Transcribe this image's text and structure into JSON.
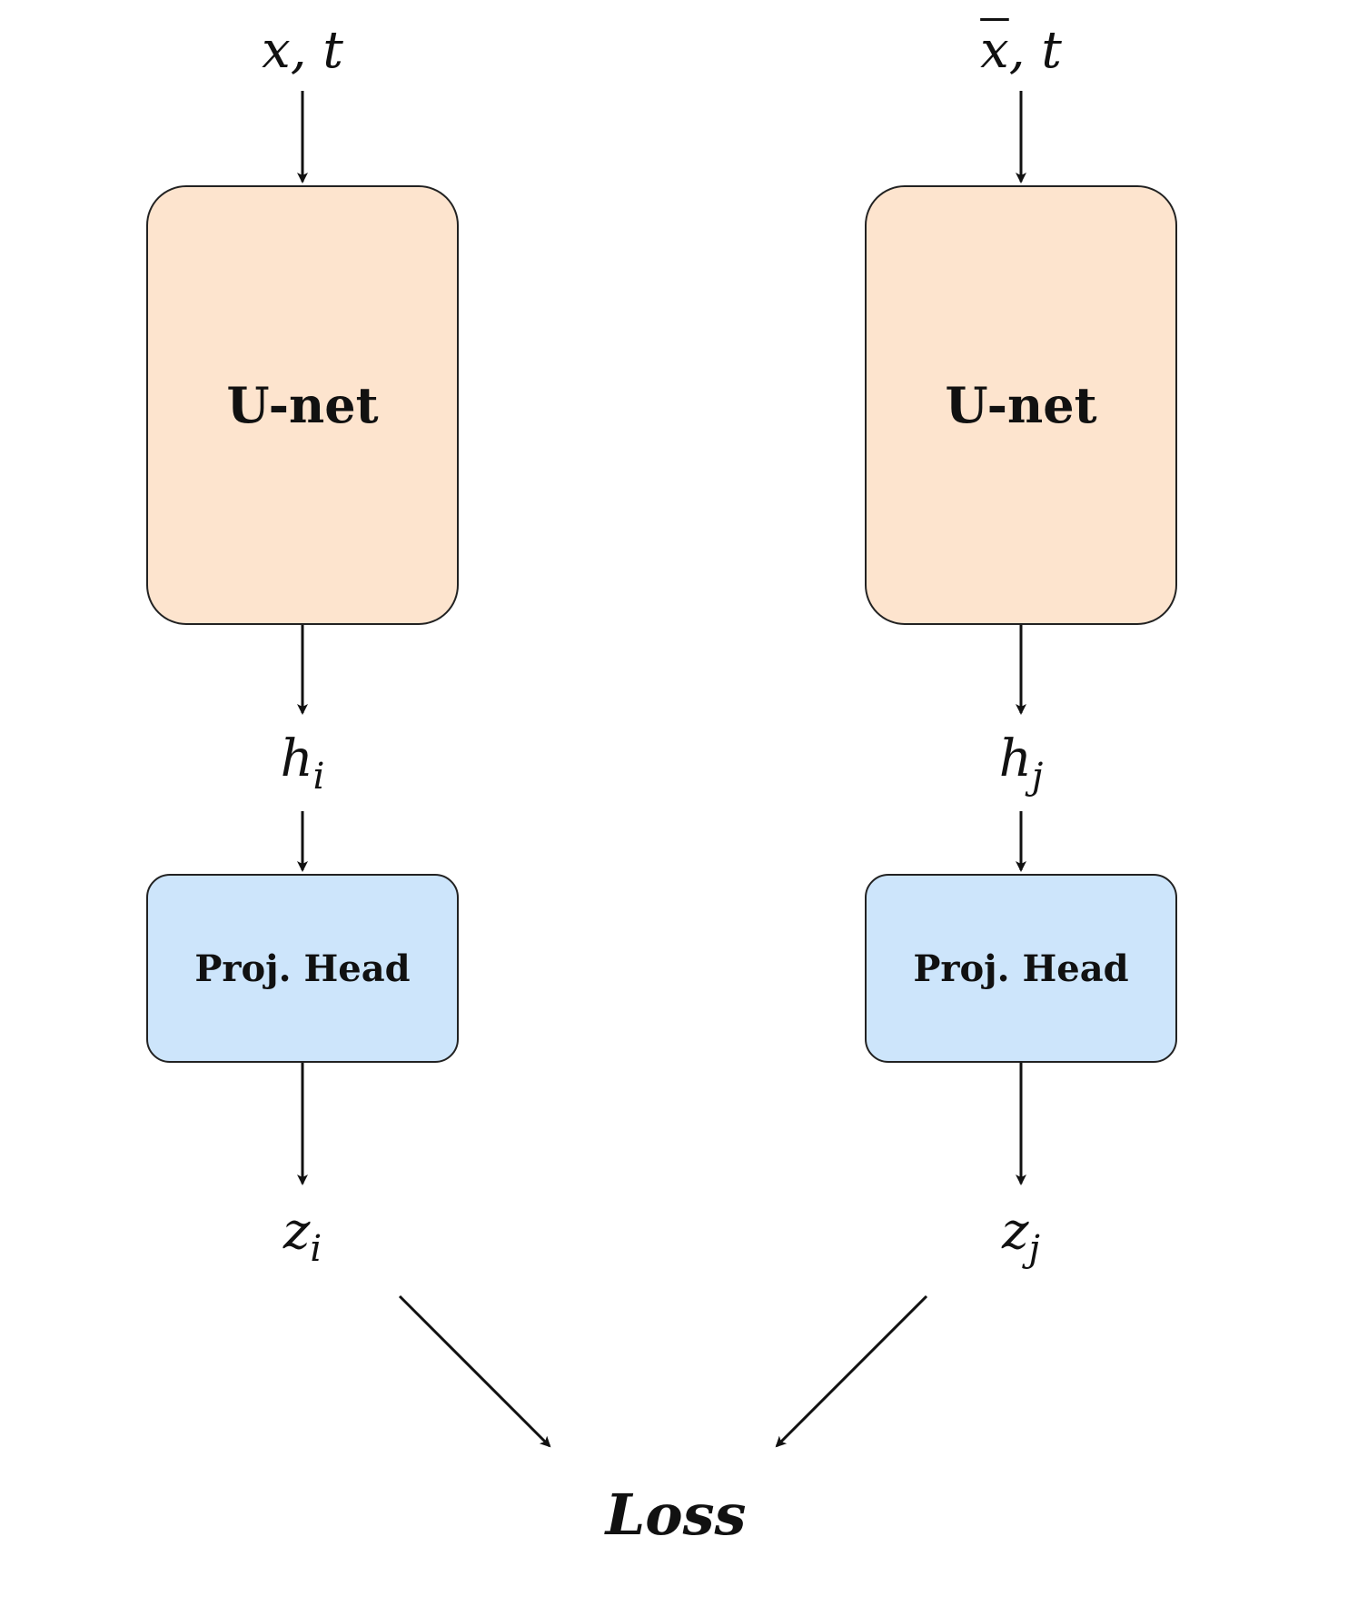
{
  "left_branch": {
    "input_var": "x",
    "input_sep": ", t",
    "unet_label": "U-net",
    "hidden_base": "h",
    "hidden_sub": "i",
    "proj_label": "Proj. Head",
    "out_base": "z",
    "out_sub": "i"
  },
  "right_branch": {
    "input_var": "x",
    "input_sep": ", t",
    "unet_label": "U-net",
    "hidden_base": "h",
    "hidden_sub": "j",
    "proj_label": "Proj. Head",
    "out_base": "z",
    "out_sub": "j"
  },
  "loss_label": "Loss",
  "colors": {
    "unet_fill": "#fde4ce",
    "proj_fill": "#cde5fb",
    "stroke": "#222222"
  }
}
